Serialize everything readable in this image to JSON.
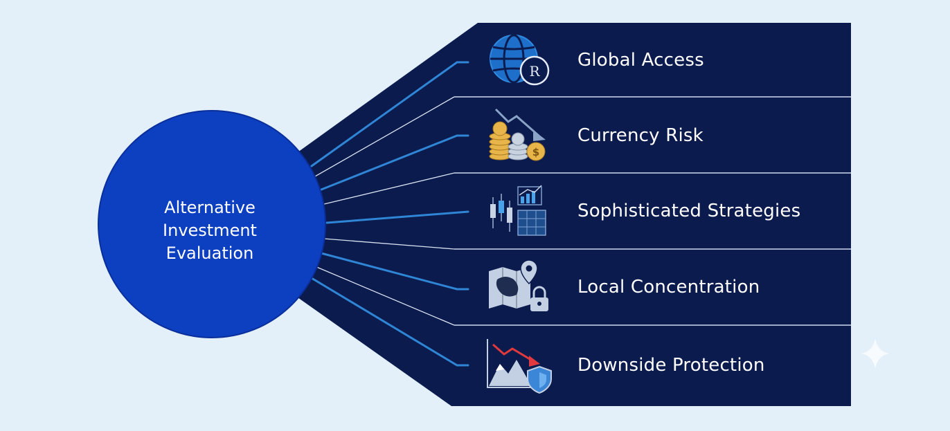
{
  "hub": {
    "lines": [
      "Alternative",
      "Investment",
      "Evaluation"
    ]
  },
  "items": [
    {
      "label": "Global Access",
      "icon": "globe-registered-icon"
    },
    {
      "label": "Currency Risk",
      "icon": "coins-down-trend-icon"
    },
    {
      "label": "Sophisticated Strategies",
      "icon": "candlestick-charts-icon"
    },
    {
      "label": "Local Concentration",
      "icon": "map-pin-lock-icon"
    },
    {
      "label": "Downside Protection",
      "icon": "chart-shield-icon"
    }
  ],
  "colors": {
    "background": "#e3f0fa",
    "panel": "#0c1b4d",
    "hub": "#0d3fc1",
    "connector": "#2f86d6",
    "divider": "#cfd9ee"
  }
}
